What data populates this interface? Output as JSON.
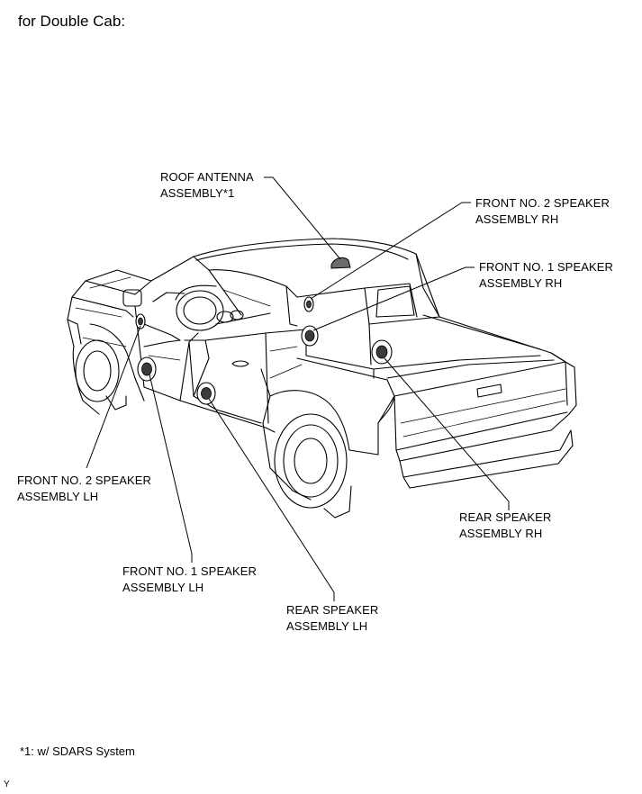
{
  "heading": "for Double Cab:",
  "callouts": {
    "roof_antenna": {
      "line1": "ROOF ANTENNA",
      "line2": "ASSEMBLY*1"
    },
    "front_no2_rh": {
      "line1": "FRONT NO. 2 SPEAKER",
      "line2": "ASSEMBLY RH"
    },
    "front_no1_rh": {
      "line1": "FRONT NO. 1 SPEAKER",
      "line2": "ASSEMBLY RH"
    },
    "front_no2_lh": {
      "line1": "FRONT NO. 2 SPEAKER",
      "line2": "ASSEMBLY LH"
    },
    "rear_rh": {
      "line1": "REAR SPEAKER",
      "line2": "ASSEMBLY RH"
    },
    "front_no1_lh": {
      "line1": "FRONT NO. 1 SPEAKER",
      "line2": "ASSEMBLY LH"
    },
    "rear_lh": {
      "line1": "REAR SPEAKER",
      "line2": "ASSEMBLY LH"
    }
  },
  "footnote": "*1: w/ SDARS System",
  "corner_mark": "Y"
}
